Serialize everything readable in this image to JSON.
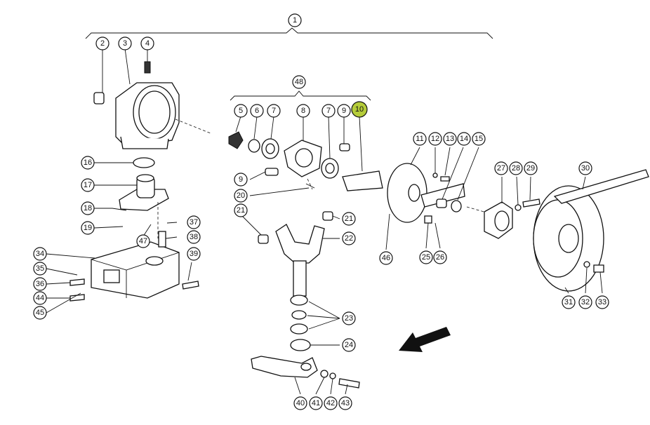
{
  "diagram": {
    "highlight_color": "#b5cc3a",
    "arrow_color": "#111111",
    "callouts": [
      "1",
      "2",
      "3",
      "4",
      "5",
      "6",
      "7",
      "7",
      "8",
      "9",
      "9",
      "10",
      "11",
      "12",
      "13",
      "14",
      "15",
      "16",
      "17",
      "18",
      "19",
      "20",
      "21",
      "21",
      "22",
      "23",
      "24",
      "25",
      "26",
      "27",
      "28",
      "29",
      "30",
      "31",
      "32",
      "33",
      "34",
      "35",
      "36",
      "37",
      "38",
      "39",
      "40",
      "41",
      "42",
      "43",
      "44",
      "45",
      "46",
      "47",
      "48"
    ],
    "highlighted_callout": "10"
  }
}
